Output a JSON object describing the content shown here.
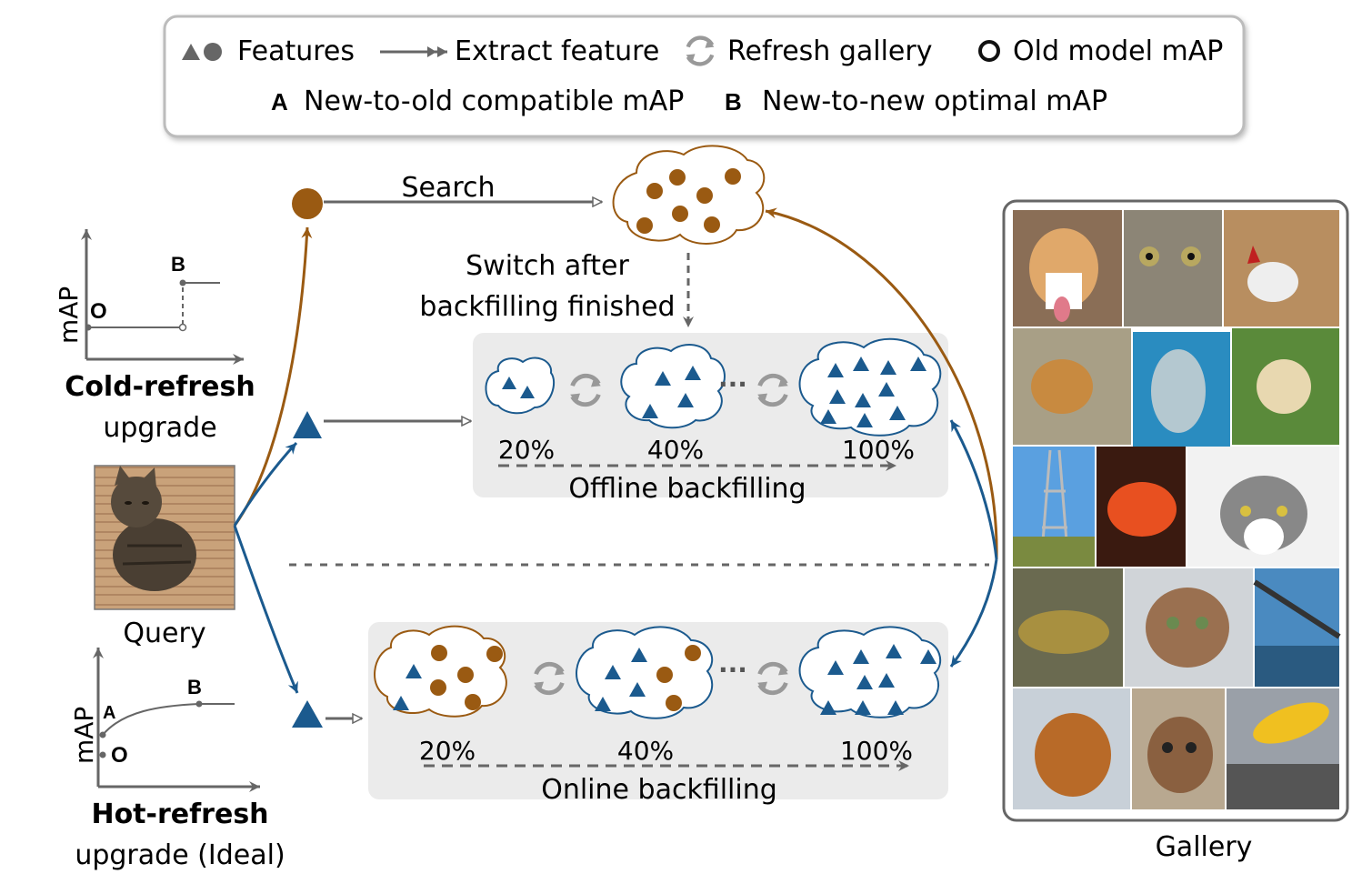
{
  "legend": {
    "features": "Features",
    "extract": "Extract feature",
    "refresh": "Refresh gallery",
    "old_map": "Old model mAP",
    "a_letter": "A",
    "a_text": "New-to-old compatible mAP",
    "b_letter": "B",
    "b_text": "New-to-new optimal mAP"
  },
  "cold_chart": {
    "ylabel": "mAP",
    "o_label": "O",
    "b_label": "B",
    "title_bold": "Cold-refresh",
    "title_rest": "upgrade"
  },
  "hot_chart": {
    "ylabel": "mAP",
    "a_label": "A",
    "o_label": "O",
    "b_label": "B",
    "title_bold": "Hot-refresh",
    "title_rest": "upgrade (Ideal)"
  },
  "query": {
    "label": "Query"
  },
  "top": {
    "search": "Search",
    "switch_line1": "Switch after",
    "switch_line2": "backfilling finished"
  },
  "offline": {
    "stages": [
      "20%",
      "40%",
      "100%"
    ],
    "ellipsis": "···",
    "label": "Offline backfilling"
  },
  "online": {
    "stages": [
      "20%",
      "40%",
      "100%"
    ],
    "ellipsis": "···",
    "label": "Online backfilling"
  },
  "gallery": {
    "label": "Gallery"
  },
  "colors": {
    "old": "#9a5a12",
    "new": "#1b5a8e",
    "gray_arrow": "#666666",
    "panel": "#ebebeb"
  }
}
